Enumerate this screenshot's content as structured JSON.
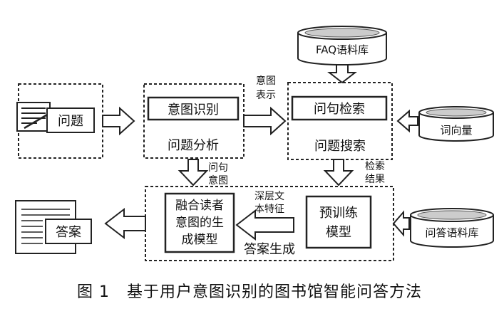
{
  "nodes": {
    "question": "问题",
    "intent_recognition": "意图识别",
    "question_analysis": "问题分析",
    "sentence_retrieval": "问句检索",
    "question_search": "问题搜索",
    "faq_corpus": "FAQ语料库",
    "word_vectors": "词向量",
    "fusion_model_l1": "融合读者",
    "fusion_model_l2": "意图的生",
    "fusion_model_l3": "成模型",
    "pretrained_l1": "预训练",
    "pretrained_l2": "模型",
    "answer_generation": "答案生成",
    "qa_corpus": "问答语料库",
    "answer": "答案"
  },
  "edge_labels": {
    "intent_repr_l1": "意图",
    "intent_repr_l2": "表示",
    "question_intent_l1": "问句",
    "question_intent_l2": "意图",
    "retrieval_result_l1": "检索",
    "retrieval_result_l2": "结果",
    "deep_text_l1": "深层文",
    "deep_text_l2": "本特征"
  },
  "caption": {
    "figure": "图 1",
    "title": "基于用户意图识别的图书馆智能问答方法"
  }
}
